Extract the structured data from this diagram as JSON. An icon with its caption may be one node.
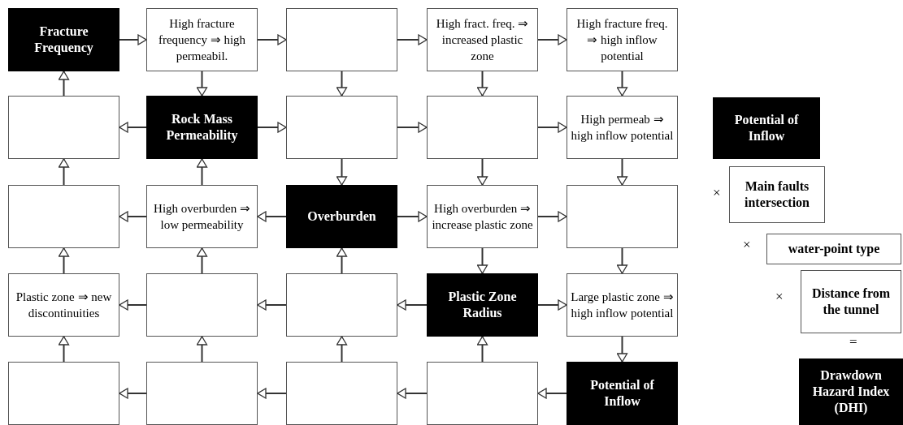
{
  "diagram": {
    "nodes": [
      {
        "text": [
          "Fracture Frequency"
        ]
      },
      {
        "text": [
          "High fracture frequency ⇒ high permeabil."
        ]
      },
      {
        "text": [],
        "shape": "box"
      },
      {
        "text": [
          "High fract. freq. ⇒ increased plastic zone"
        ]
      },
      {
        "text": [
          "High fracture freq. ⇒ high inflow potential"
        ]
      },
      {
        "text": [],
        "shape": "box"
      },
      {
        "text": [
          "Rock Mass Permeability"
        ]
      },
      {
        "text": [],
        "shape": "box"
      },
      {
        "text": [],
        "shape": "box"
      },
      {
        "text": [
          "High permeab ⇒ high inflow potential"
        ]
      },
      {
        "text": [],
        "shape": "box"
      },
      {
        "text": [
          "High overburden ⇒ low permeability"
        ]
      },
      {
        "text": [
          "Overburden"
        ]
      },
      {
        "text": [
          "High overburden ⇒ increase plastic zone"
        ]
      },
      {
        "text": [],
        "shape": "box"
      },
      {
        "text": [
          "Plastic zone ⇒ new discontinuities"
        ]
      },
      {
        "text": [],
        "shape": "box"
      },
      {
        "text": [],
        "shape": "box"
      },
      {
        "text": [
          "Plastic Zone Radius"
        ]
      },
      {
        "text": [
          "Large plastic zone ⇒ high inflow potential"
        ]
      },
      {
        "text": [],
        "shape": "box"
      },
      {
        "text": [],
        "shape": "box"
      },
      {
        "text": [],
        "shape": "box"
      },
      {
        "text": [],
        "shape": "box"
      },
      {
        "text": [
          "Potential of Inflow"
        ]
      },
      {
        "text": [
          "Potential of Inflow"
        ]
      },
      {
        "text": [
          "Main faults intersection"
        ]
      },
      {
        "text": [
          "water-point type"
        ]
      },
      {
        "text": [
          "Distance from the tunnel"
        ]
      },
      {
        "text": [
          "Drawdown Hazard Index (DHI)"
        ]
      }
    ],
    "edges": [
      {
        "from": 0,
        "to": 1,
        "arrow": "to"
      },
      {
        "from": 1,
        "to": 2,
        "arrow": "to"
      },
      {
        "from": 2,
        "to": 3,
        "arrow": "to"
      },
      {
        "from": 3,
        "to": 4,
        "arrow": "to"
      },
      {
        "from": 5,
        "to": 0,
        "arrow": "to"
      },
      {
        "from": 1,
        "to": 6,
        "arrow": "to"
      },
      {
        "from": 2,
        "to": 7,
        "arrow": "to"
      },
      {
        "from": 3,
        "to": 8,
        "arrow": "to"
      },
      {
        "from": 4,
        "to": 9,
        "arrow": "to"
      },
      {
        "from": 6,
        "to": 5,
        "arrow": "to"
      },
      {
        "from": 6,
        "to": 7,
        "arrow": "to"
      },
      {
        "from": 7,
        "to": 8,
        "arrow": "to"
      },
      {
        "from": 8,
        "to": 9,
        "arrow": "to"
      },
      {
        "from": 10,
        "to": 5,
        "arrow": "to"
      },
      {
        "from": 11,
        "to": 6,
        "arrow": "to"
      },
      {
        "from": 7,
        "to": 12,
        "arrow": "to"
      },
      {
        "from": 8,
        "to": 13,
        "arrow": "to"
      },
      {
        "from": 9,
        "to": 14,
        "arrow": "to"
      },
      {
        "from": 11,
        "to": 10,
        "arrow": "to"
      },
      {
        "from": 12,
        "to": 11,
        "arrow": "to"
      },
      {
        "from": 12,
        "to": 13,
        "arrow": "to"
      },
      {
        "from": 13,
        "to": 14,
        "arrow": "to"
      },
      {
        "from": 15,
        "to": 10,
        "arrow": "to"
      },
      {
        "from": 16,
        "to": 11,
        "arrow": "to"
      },
      {
        "from": 17,
        "to": 12,
        "arrow": "to"
      },
      {
        "from": 13,
        "to": 18,
        "arrow": "to"
      },
      {
        "from": 14,
        "to": 19,
        "arrow": "to"
      },
      {
        "from": 16,
        "to": 15,
        "arrow": "to"
      },
      {
        "from": 17,
        "to": 16,
        "arrow": "to"
      },
      {
        "from": 18,
        "to": 17,
        "arrow": "to"
      },
      {
        "from": 18,
        "to": 19,
        "arrow": "to"
      },
      {
        "from": 20,
        "to": 15,
        "arrow": "to"
      },
      {
        "from": 21,
        "to": 16,
        "arrow": "to"
      },
      {
        "from": 22,
        "to": 17,
        "arrow": "to"
      },
      {
        "from": 23,
        "to": 18,
        "arrow": "to"
      },
      {
        "from": 19,
        "to": 24,
        "arrow": "to"
      },
      {
        "from": 22,
        "to": 21,
        "arrow": "to"
      },
      {
        "from": 21,
        "to": 20,
        "arrow": "to"
      },
      {
        "from": 23,
        "to": 22,
        "arrow": "to"
      },
      {
        "from": 24,
        "to": 23,
        "arrow": "to"
      }
    ],
    "labels": [
      "×",
      "×",
      "×",
      "="
    ]
  }
}
